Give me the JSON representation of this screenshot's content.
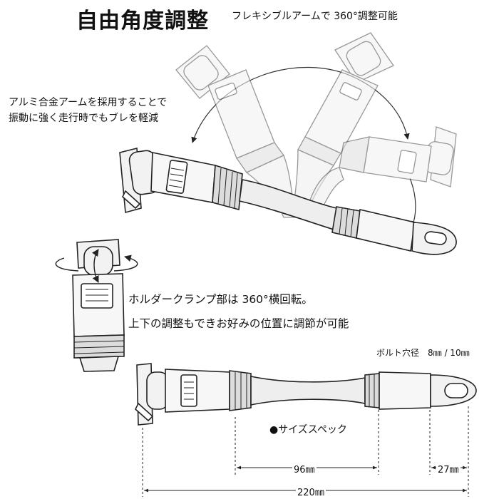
{
  "header": {
    "title": "自由角度調整",
    "subtitle": "フレキシブルアームで 360°調整可能"
  },
  "features": {
    "arm_line1": "アルミ合金アームを採用することで",
    "arm_line2": "振動に強く走行時でもブレを軽減",
    "holder_line1": "ホルダークランプ部は 360°横回転。",
    "holder_line2": "上下の調整もできお好みの位置に調節が可能"
  },
  "specs": {
    "bolt_hole": "ボルト穴径　8㎜ / 10㎜",
    "heading": "●サイズスペック",
    "dim_arm": "96㎜",
    "dim_eye": "27㎜",
    "dim_total": "220㎜"
  },
  "colors": {
    "line": "#222222",
    "fill_light": "#f2f2f2",
    "fill_grey": "#d9d9d9",
    "fill_dark": "#bfbfbf"
  }
}
